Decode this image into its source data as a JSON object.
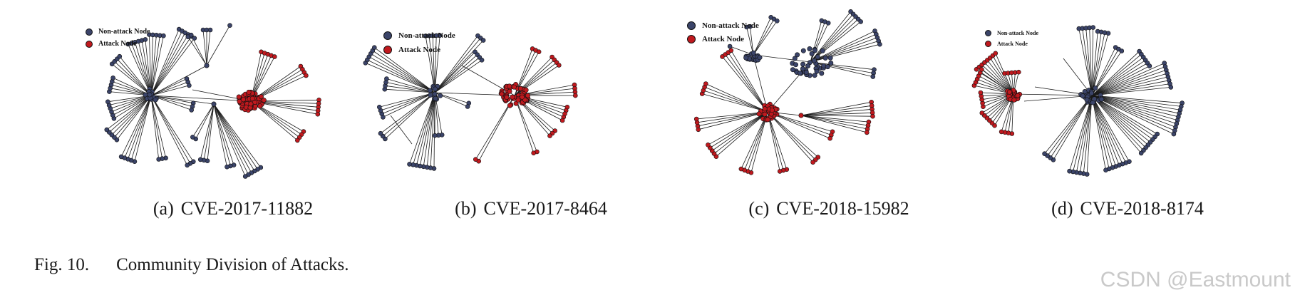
{
  "colors": {
    "non_attack": "#3b4469",
    "attack": "#c0191e",
    "edge": "#1a1a1a"
  },
  "legend": {
    "non_attack_label": "Non-attack Node",
    "attack_label": "Attack Node"
  },
  "panels": [
    {
      "letter": "(a)",
      "title": "CVE-2017-11882"
    },
    {
      "letter": "(b)",
      "title": "CVE-2017-8464"
    },
    {
      "letter": "(c)",
      "title": "CVE-2018-15982"
    },
    {
      "letter": "(d)",
      "title": "CVE-2018-8174"
    }
  ],
  "figure": {
    "number": "Fig. 10.",
    "caption": "Community Division of Attacks."
  },
  "watermark": "CSDN @Eastmount"
}
